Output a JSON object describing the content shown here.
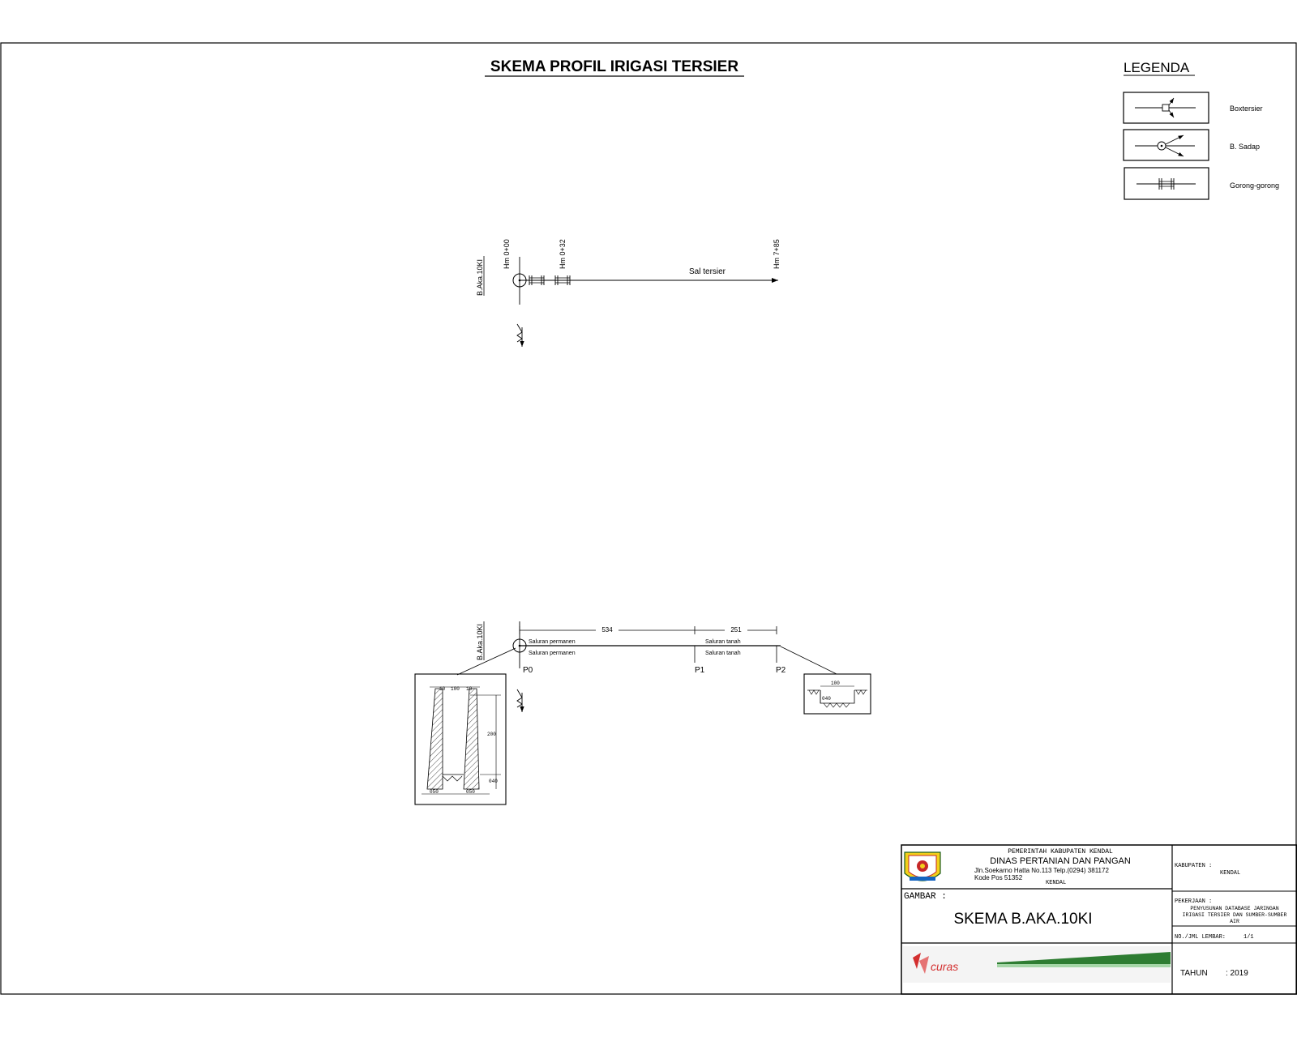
{
  "title": "SKEMA PROFIL IRIGASI TERSIER",
  "legend": {
    "heading": "LEGENDA",
    "items": [
      {
        "label": "Boxtersier",
        "icon": "box-tersier-symbol-icon"
      },
      {
        "label": "B. Sadap",
        "icon": "bangunan-sadap-symbol-icon"
      },
      {
        "label": "Gorong-gorong",
        "icon": "gorong-gorong-symbol-icon"
      }
    ]
  },
  "schema": {
    "origin_label": "B.Aka.10KI",
    "stations": [
      "Hm 0+00",
      "Hm 0+32",
      "Hm 7+85"
    ],
    "channel_label": "Sal tersier"
  },
  "profile": {
    "origin_label": "B.Aka.10KI",
    "dimensions": [
      "534",
      "251"
    ],
    "segment_labels": [
      [
        "Saluran permanen",
        "Saluran permanen"
      ],
      [
        "Saluran tanah",
        "Saluran tanah"
      ]
    ],
    "points": [
      "P0",
      "P1",
      "P2"
    ],
    "left_section": {
      "dims": [
        "10",
        "100",
        "10",
        "200",
        "040",
        "050",
        "050"
      ]
    },
    "right_section": {
      "dims": [
        "100",
        "040"
      ]
    }
  },
  "title_block": {
    "agency": {
      "line1": "PEMERINTAH KABUPATEN KENDAL",
      "line2": "DINAS PERTANIAN DAN PANGAN",
      "address": "Jln.Soekarno Hatta No.113 Telp.(0294) 381172",
      "postal": "Kode Pos 51352",
      "city": "KENDAL"
    },
    "gambar_label": "GAMBAR :",
    "drawing_title": "SKEMA B.AKA.10KI",
    "consultant": "curas",
    "kabupaten_label": "KABUPATEN :",
    "kabupaten_value": "KENDAL",
    "pekerjaan_label": "PEKERJAAN :",
    "pekerjaan_value": [
      "PENYUSUNAN DATABASE JARINGAN",
      "IRIGASI TERSIER DAN SUMBER-SUMBER",
      "AIR"
    ],
    "lembar_label": "NO./JML LEMBAR:",
    "lembar_value": "1/1",
    "tahun_label": "TAHUN",
    "tahun_value": ": 2019"
  }
}
